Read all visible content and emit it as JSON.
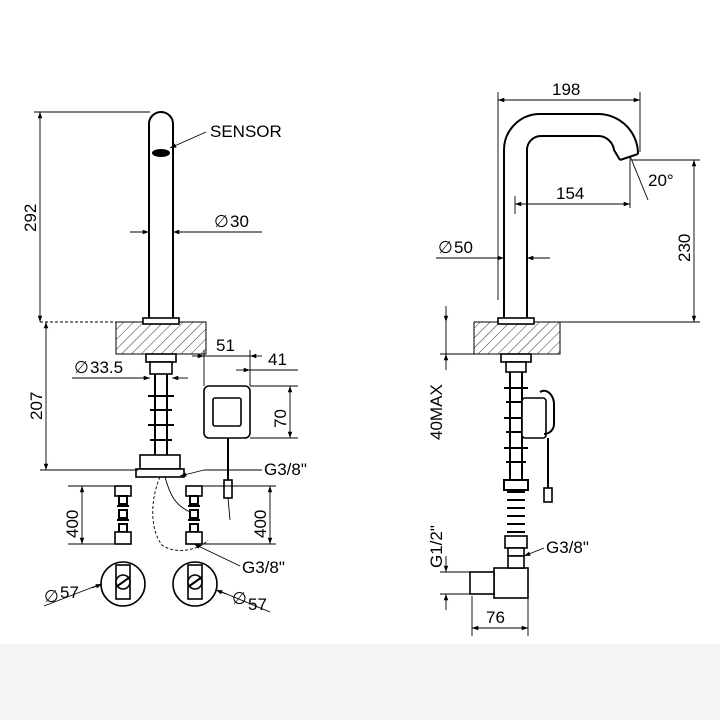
{
  "labels": {
    "sensor": "SENSOR",
    "dia_spout": "30",
    "height_spout": "292",
    "dia_base": "33.5",
    "box_width": "51",
    "box_depth": "41",
    "box_height": "70",
    "below_deck": "207",
    "thread_top": "G3/8\"",
    "hose_left": "400",
    "hose_right": "400",
    "thread_bottom": "G3/8\"",
    "dia_valve_left": "57",
    "dia_valve_right": "57",
    "reach_total": "198",
    "angle": "20°",
    "reach_outlet": "154",
    "height_outlet": "230",
    "dia_body": "50",
    "deck_max": "40MAX",
    "inlet_thread": "G1/2\"",
    "valve_thread": "G3/8\"",
    "valve_width": "76"
  },
  "colors": {
    "line": "#000000",
    "background": "#ffffff"
  }
}
